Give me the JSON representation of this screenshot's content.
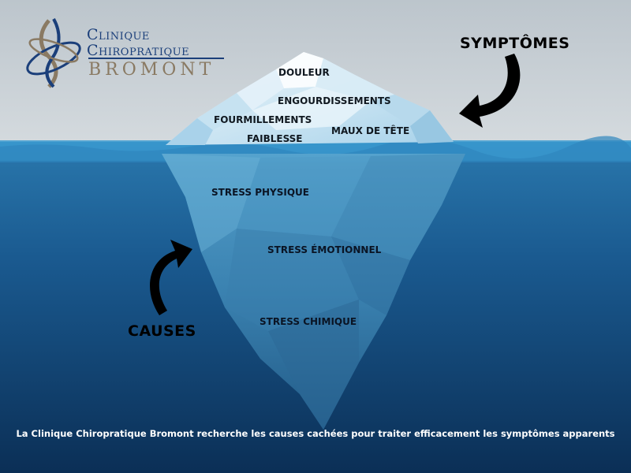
{
  "brand": {
    "line1": "Clinique",
    "line2": "Chiropratique",
    "line3": "BROMONT"
  },
  "symptoms": {
    "title": "SYMPTÔMES",
    "items": [
      "DOULEUR",
      "ENGOURDISSEMENTS",
      "FOURMILLEMENTS",
      "MAUX DE TÊTE",
      "FAIBLESSE"
    ]
  },
  "causes": {
    "title": "CAUSES",
    "items": [
      "STRESS PHYSIQUE",
      "STRESS ÉMOTIONNEL",
      "STRESS CHIMIQUE"
    ]
  },
  "caption": "La Clinique Chiropratique Bromont recherche les causes cachées pour traiter efficacement les symptômes apparents",
  "colors": {
    "sky": "#c9d0d6",
    "water_top": "#2d7fb5",
    "water_bottom": "#0c355f",
    "ice_light": "#eef6fb",
    "ice_shadow": "#9cc8e2",
    "brand_blue": "#1b3f7a",
    "brand_gold": "#8a7a63"
  }
}
